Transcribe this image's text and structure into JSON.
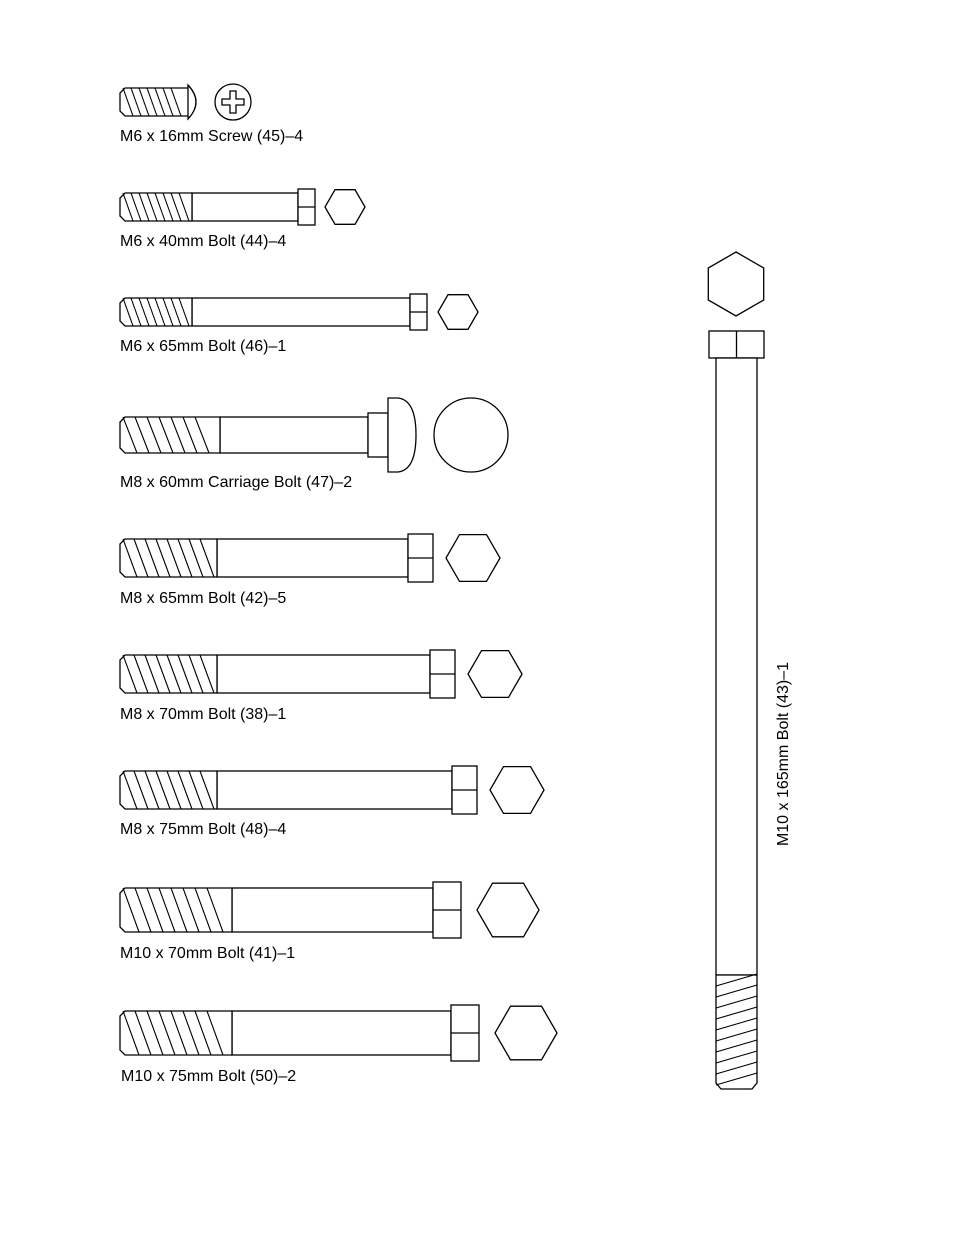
{
  "parts": [
    {
      "label": "M6 x 16mm Screw (45)–4",
      "head": "phillips"
    },
    {
      "label": "M6 x 40mm Bolt (44)–4",
      "head": "hex"
    },
    {
      "label": "M6 x 65mm Bolt (46)–1",
      "head": "hex"
    },
    {
      "label": "M8 x 60mm Carriage Bolt (47)–2",
      "head": "round"
    },
    {
      "label": "M8 x 65mm Bolt (42)–5",
      "head": "hex"
    },
    {
      "label": "M8 x 70mm Bolt (38)–1",
      "head": "hex"
    },
    {
      "label": "M8 x 75mm Bolt (48)–4",
      "head": "hex"
    },
    {
      "label": "M10 x 70mm Bolt (41)–1",
      "head": "hex"
    },
    {
      "label": "M10 x 75mm Bolt (50)–2",
      "head": "hex"
    }
  ],
  "long_bolt": {
    "label": "M10 x 165mm Bolt (43)–1",
    "head": "hex"
  },
  "colors": {
    "line": "#000000",
    "background": "#ffffff"
  }
}
